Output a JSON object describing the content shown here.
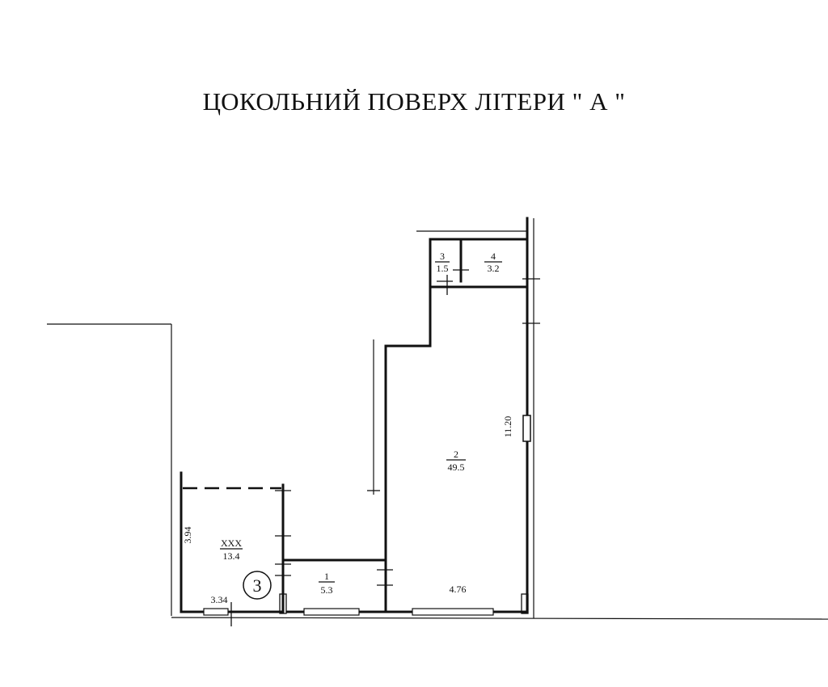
{
  "title": "ЦОКОЛЬНИЙ ПОВЕРХ ЛІТЕРИ \" А \"",
  "rooms": {
    "room_1": {
      "number": "1",
      "area": "5.3"
    },
    "room_2": {
      "number": "2",
      "area": "49.5"
    },
    "room_3": {
      "number": "3",
      "area": "1.5"
    },
    "room_4": {
      "number": "4",
      "area": "3.2"
    },
    "room_xxx": {
      "number": "XXX",
      "area": "13.4"
    }
  },
  "dimensions": {
    "room2_height": "11.20",
    "room2_width": "4.76",
    "roomxxx_height": "3.94",
    "roomxxx_width": "3.34"
  },
  "section_marker": "3"
}
